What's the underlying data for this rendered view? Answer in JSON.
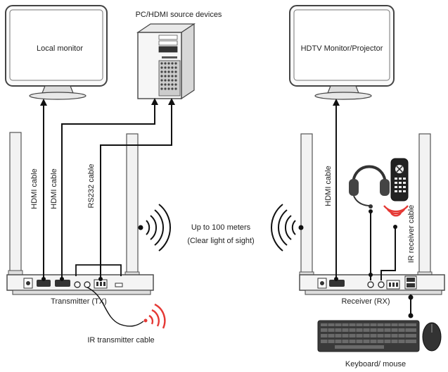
{
  "labels": {
    "source_devices": "PC/HDMI source devices",
    "local_monitor": "Local monitor",
    "hdtv_monitor": "HDTV Monitor/Projector",
    "hdmi_cable_1": "HDMI cable",
    "hdmi_cable_2": "HDMI cable",
    "rs232_cable": "RS232 cable",
    "hdmi_cable_rx": "HDMI cable",
    "ir_receiver_cable": "IR receiver cable",
    "distance": "Up to 100 meters",
    "line_of_sight": "(Clear light of sight)",
    "transmitter": "Transmitter (TX)",
    "receiver": "Receiver (RX)",
    "ir_transmitter_cable": "IR transmitter cable",
    "keyboard_mouse": "Keyboard/ mouse"
  },
  "colors": {
    "line": "#111111",
    "device_stroke": "#444444",
    "device_fill": "#f4f4f4",
    "ir_red": "#e53935"
  }
}
